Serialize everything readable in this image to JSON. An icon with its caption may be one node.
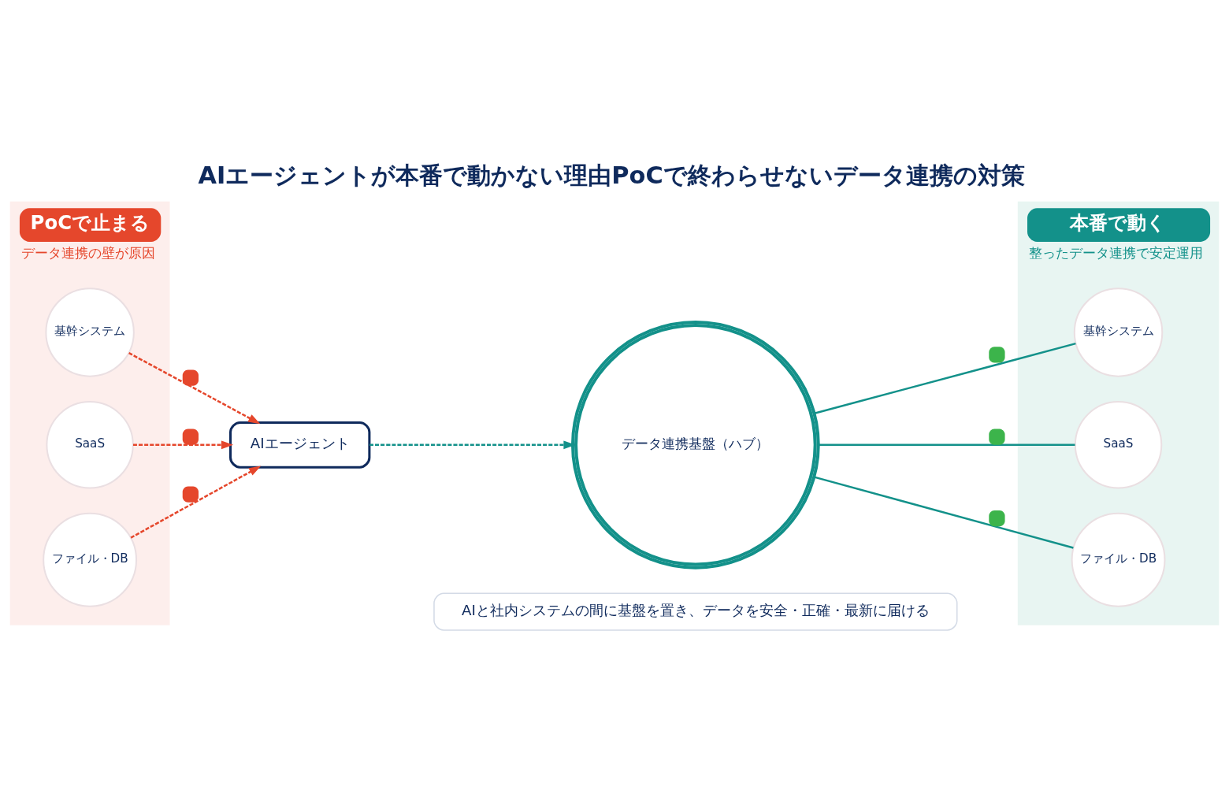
{
  "diagram": {
    "title": "AIエージェントが本番で動かない理由PoCで終わらせないデータ連携の対策",
    "nodes": [
      {
        "text": [
          "PoCで止まる",
          "データ連携の壁が原因"
        ]
      },
      {
        "text": [
          "基幹システム"
        ],
        "in": 0
      },
      {
        "text": [
          "SaaS"
        ],
        "in": 0
      },
      {
        "text": [
          "ファイル・DB"
        ],
        "in": 0
      },
      {
        "text": [
          "AIエージェント"
        ]
      },
      {
        "text": [
          "データ連携基盤（ハブ）"
        ]
      },
      {
        "text": [
          "本番で動く",
          "整ったデータ連携で安定運用"
        ]
      },
      {
        "text": [
          "基幹システム"
        ],
        "in": 6
      },
      {
        "text": [
          "SaaS"
        ],
        "in": 6
      },
      {
        "text": [
          "ファイル・DB"
        ],
        "in": 6
      },
      {
        "text": [
          "AIと社内システムの間に基盤を置き、データを安全・正確・最新に届ける"
        ]
      }
    ],
    "edges": [
      {
        "from": 1,
        "to": 4,
        "arrow": "to",
        "style": "dashed",
        "color": "#e5472c"
      },
      {
        "from": 2,
        "to": 4,
        "arrow": "to",
        "style": "dashed",
        "color": "#e5472c"
      },
      {
        "from": 3,
        "to": 4,
        "arrow": "to",
        "style": "dashed",
        "color": "#e5472c"
      },
      {
        "from": 4,
        "to": 5,
        "arrow": "to",
        "style": "dashed"
      },
      {
        "from": 5,
        "to": 7,
        "arrow": "none"
      },
      {
        "from": 5,
        "to": 8,
        "arrow": "none"
      },
      {
        "from": 5,
        "to": 9,
        "arrow": "none"
      }
    ]
  }
}
